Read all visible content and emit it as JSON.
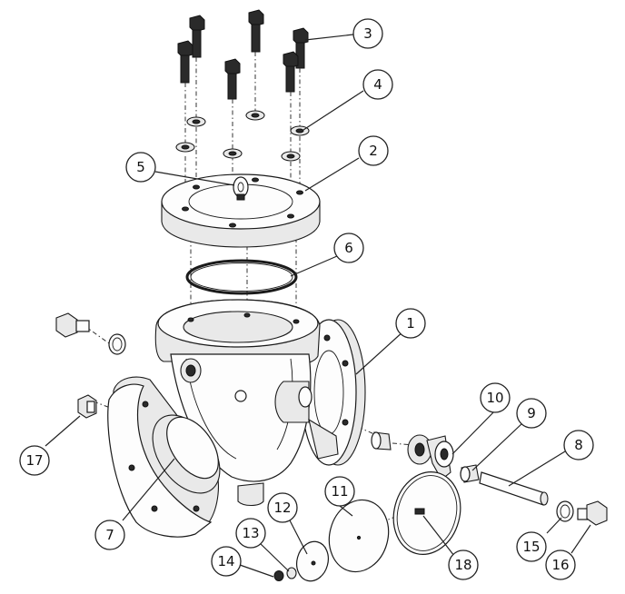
{
  "balloons": [
    {
      "id": "1",
      "label": "1"
    },
    {
      "id": "2",
      "label": "2"
    },
    {
      "id": "3",
      "label": "3"
    },
    {
      "id": "4",
      "label": "4"
    },
    {
      "id": "5",
      "label": "5"
    },
    {
      "id": "6",
      "label": "6"
    },
    {
      "id": "7",
      "label": "7"
    },
    {
      "id": "8",
      "label": "8"
    },
    {
      "id": "9",
      "label": "9"
    },
    {
      "id": "10",
      "label": "10"
    },
    {
      "id": "11",
      "label": "11"
    },
    {
      "id": "12",
      "label": "12"
    },
    {
      "id": "13",
      "label": "13"
    },
    {
      "id": "14",
      "label": "14"
    },
    {
      "id": "15",
      "label": "15"
    },
    {
      "id": "16",
      "label": "16"
    },
    {
      "id": "17",
      "label": "17"
    },
    {
      "id": "18",
      "label": "18"
    }
  ]
}
